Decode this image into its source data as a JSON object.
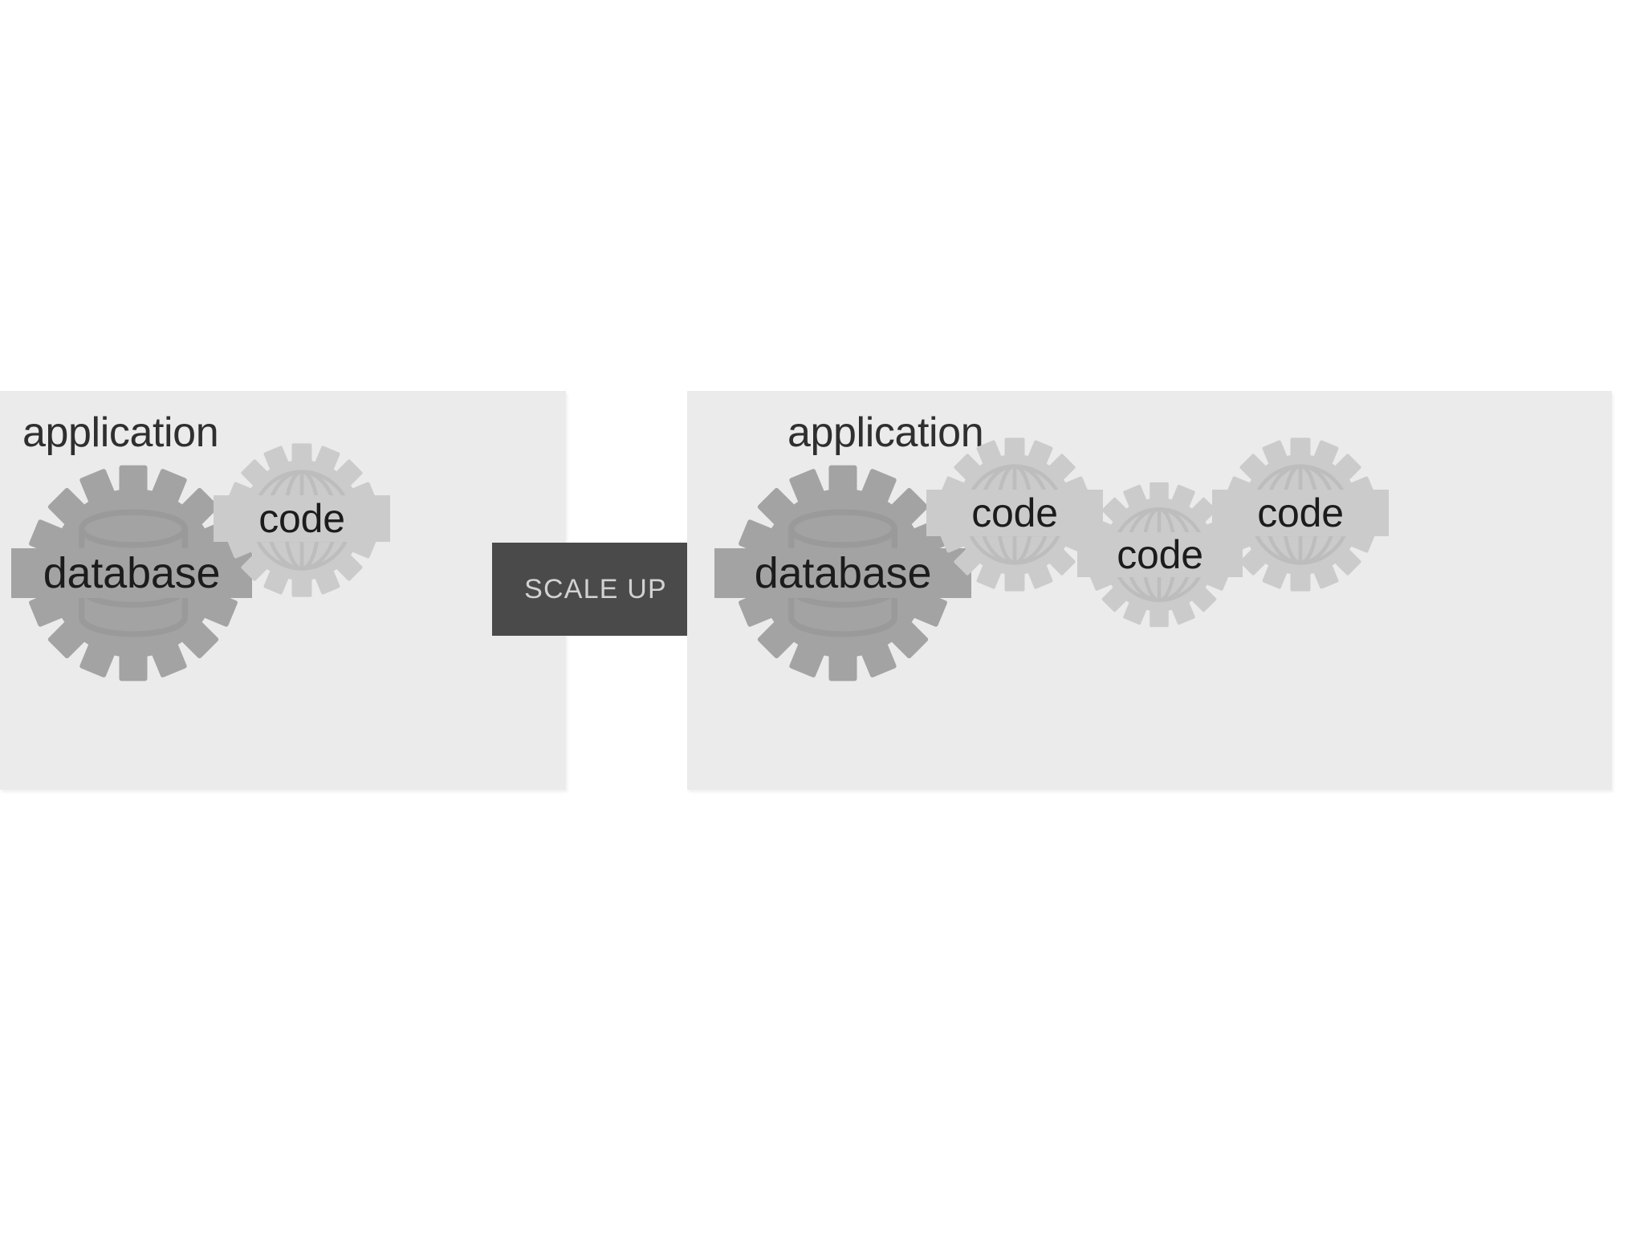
{
  "diagram": {
    "title_left": "application",
    "title_right": "application",
    "arrow_label": "SCALE UP",
    "colors": {
      "page_background": "#ffffff",
      "panel_background": "#ebebeb",
      "database_gear": "#a3a3a3",
      "code_gear": "#cbcbcb",
      "arrow_fill": "#4a4a4a",
      "arrow_text": "#d2d2d2",
      "label_text": "#1c1c1c",
      "title_text": "#2f2f2f"
    }
  },
  "panels": [
    {
      "id": "before",
      "title": "application",
      "nodes": [
        {
          "label": "database",
          "kind": "database-gear"
        },
        {
          "label": "code",
          "kind": "code-gear"
        }
      ]
    },
    {
      "id": "after",
      "title": "application",
      "nodes": [
        {
          "label": "database",
          "kind": "database-gear"
        },
        {
          "label": "code",
          "kind": "code-gear"
        },
        {
          "label": "code",
          "kind": "code-gear"
        },
        {
          "label": "code",
          "kind": "code-gear"
        }
      ]
    }
  ],
  "arrow": {
    "label": "SCALE UP",
    "direction": "right"
  }
}
